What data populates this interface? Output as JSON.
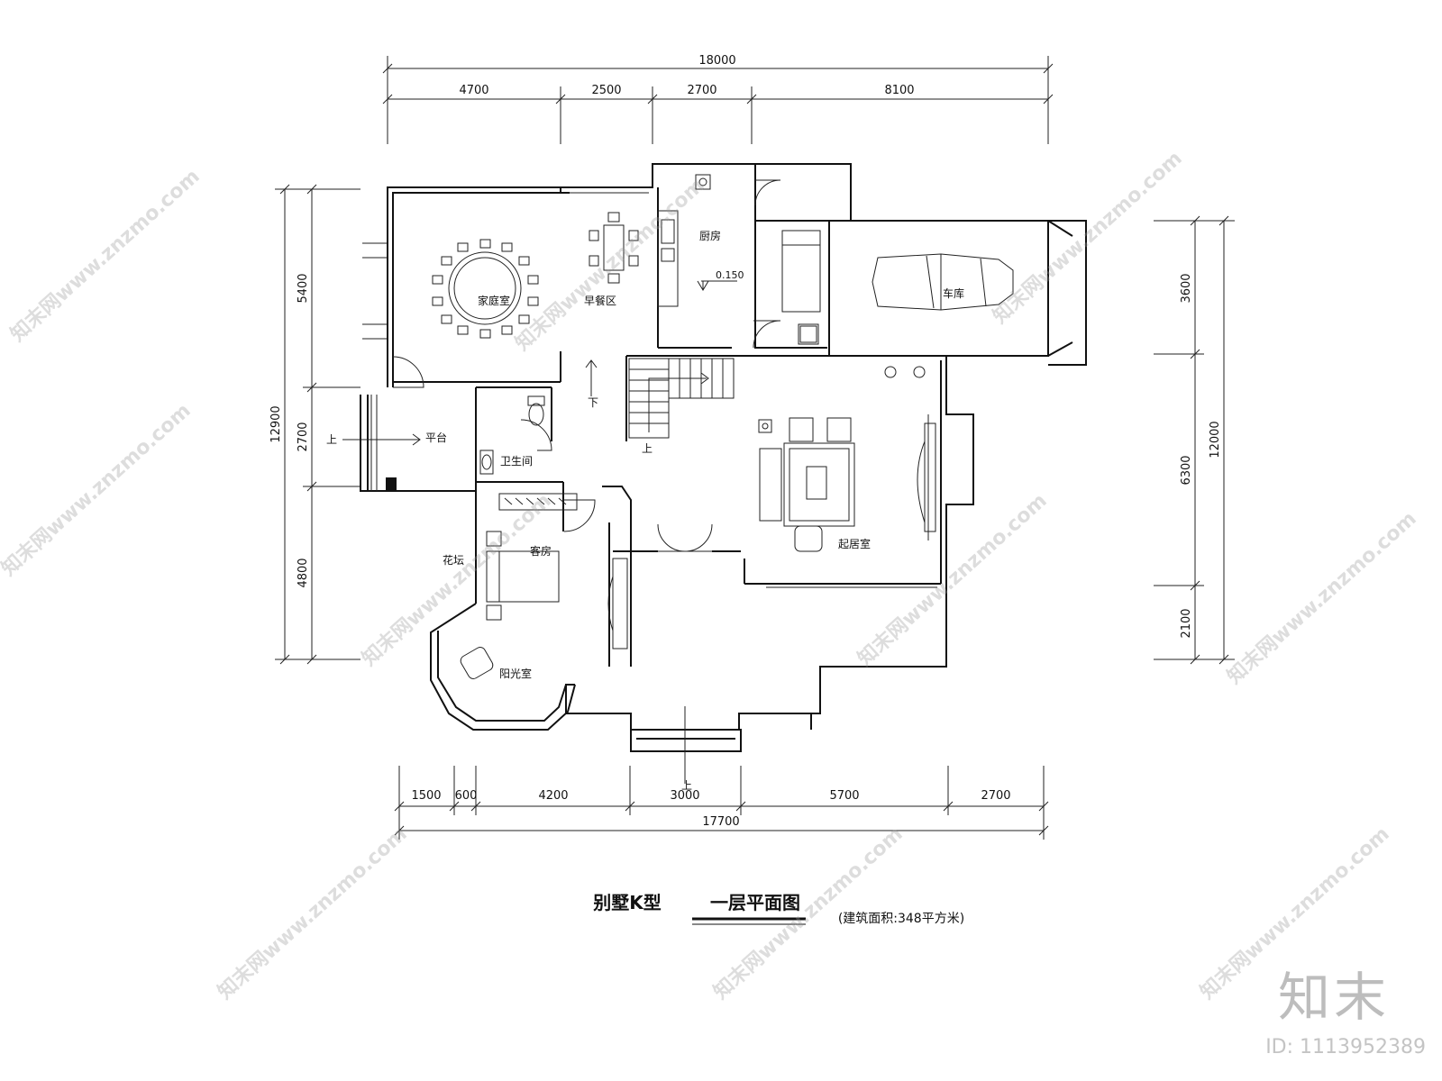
{
  "dimensions": {
    "top_total": "18000",
    "top_segments": [
      "4700",
      "2500",
      "2700",
      "8100"
    ],
    "left_total": "12900",
    "left_segments": [
      "5400",
      "2700",
      "4800"
    ],
    "right_total": "12000",
    "right_segments": [
      "3600",
      "6300",
      "2100"
    ],
    "bottom_total": "17700",
    "bottom_segments": [
      "1500",
      "600",
      "4200",
      "3000",
      "5700",
      "2700"
    ]
  },
  "rooms": {
    "family_room": "家庭室",
    "breakfast": "早餐区",
    "kitchen": "厨房",
    "garage": "车库",
    "terrace": "平台",
    "bathroom": "卫生间",
    "living_room": "起居室",
    "guest_room": "客房",
    "flower_bed": "花坛",
    "sunroom": "阳光室"
  },
  "annotations": {
    "elevation": "0.150",
    "up": "上",
    "down": "下"
  },
  "title": {
    "name": "别墅K型",
    "plan": "一层平面图",
    "area": "(建筑面积:348平方米)"
  },
  "watermark": {
    "text": "知末网www.znzmo.com",
    "brand": "知末",
    "id": "ID: 1113952389"
  }
}
